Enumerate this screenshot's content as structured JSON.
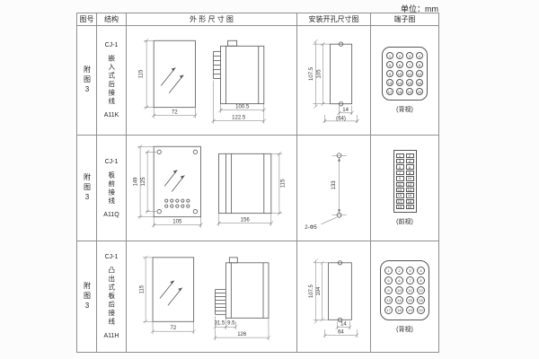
{
  "page": {
    "unit_label": "单位：mm"
  },
  "table": {
    "headers": {
      "fig_no": "图号",
      "structure": "结构",
      "outline": "外 形 尺 寸 图",
      "install": "安装开孔尺寸图",
      "terminal": "端子图"
    }
  },
  "terminals": [
    "1",
    "2",
    "3",
    "4",
    "5",
    "6",
    "7",
    "8",
    "9",
    "10",
    "11",
    "12",
    "13",
    "14",
    "15",
    "16",
    "17",
    "18",
    "19",
    "20"
  ],
  "rows": [
    {
      "fig_no": "附图3",
      "model": "CJ-1",
      "structure_name": "嵌入式后接线",
      "code": "A11K",
      "dims": {
        "front_h": "115",
        "front_w": "72",
        "side_w": "100.5",
        "side_total_w": "122.5"
      },
      "install": {
        "h_outer": "107.5",
        "h_inner": "105",
        "w_small": "14",
        "w_span": "(64)"
      },
      "terminal_view": "(背视)"
    },
    {
      "fig_no": "附图3",
      "model": "CJ-1",
      "structure_name": "板前接线",
      "code": "A11Q",
      "dims": {
        "front_h": "149",
        "front_h_inner": "125",
        "front_w": "105",
        "side_w": "156",
        "side_h": "115"
      },
      "install": {
        "hole_pitch": "133",
        "hole_label": "2-Φ5"
      },
      "terminal_view": "(前视)"
    },
    {
      "fig_no": "附图3",
      "model": "CJ-1",
      "structure_name": "凸出式板后接线",
      "code": "A11H",
      "dims": {
        "front_h": "115",
        "front_w": "72",
        "pin_len": "31.5",
        "pin_gap": "9.5",
        "side_total_w": "126"
      },
      "install": {
        "h_outer": "107.5",
        "h_inner": "104",
        "w_small": "14",
        "w_span": "64"
      },
      "terminal_view": "(背视)"
    }
  ]
}
